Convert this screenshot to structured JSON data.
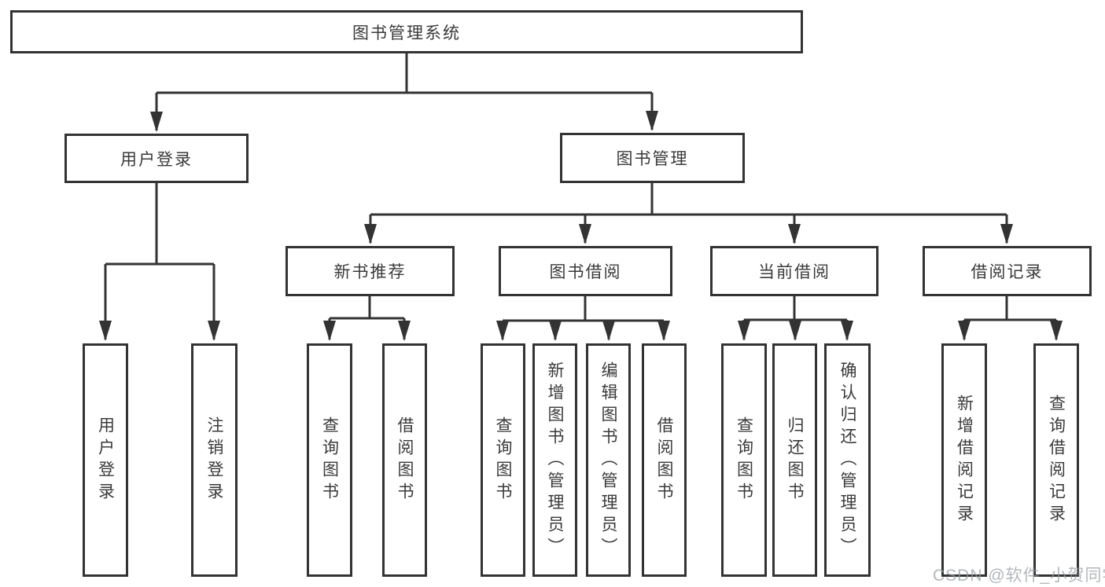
{
  "diagram": {
    "root": {
      "label": "图书管理系统"
    },
    "level2": [
      {
        "label": "用户登录"
      },
      {
        "label": "图书管理"
      }
    ],
    "level3": [
      {
        "label": "新书推荐"
      },
      {
        "label": "图书借阅"
      },
      {
        "label": "当前借阅"
      },
      {
        "label": "借阅记录"
      }
    ],
    "leaves": [
      {
        "label": "用户登录"
      },
      {
        "label": "注销登录"
      },
      {
        "label": "查询图书"
      },
      {
        "label": "借阅图书"
      },
      {
        "label": "查询图书"
      },
      {
        "label": "新增图书（管理员）"
      },
      {
        "label": "编辑图书（管理员）"
      },
      {
        "label": "借阅图书"
      },
      {
        "label": "查询图书"
      },
      {
        "label": "归还图书"
      },
      {
        "label": "确认归还（管理员）"
      },
      {
        "label": "新增借阅记录"
      },
      {
        "label": "查询借阅记录"
      }
    ],
    "watermark": "CSDN @软件_小贺同学",
    "colors": {
      "line": "#333333",
      "text": "#3a3a3a",
      "watermark": "#b3b7b9",
      "background": "#ffffff"
    }
  }
}
